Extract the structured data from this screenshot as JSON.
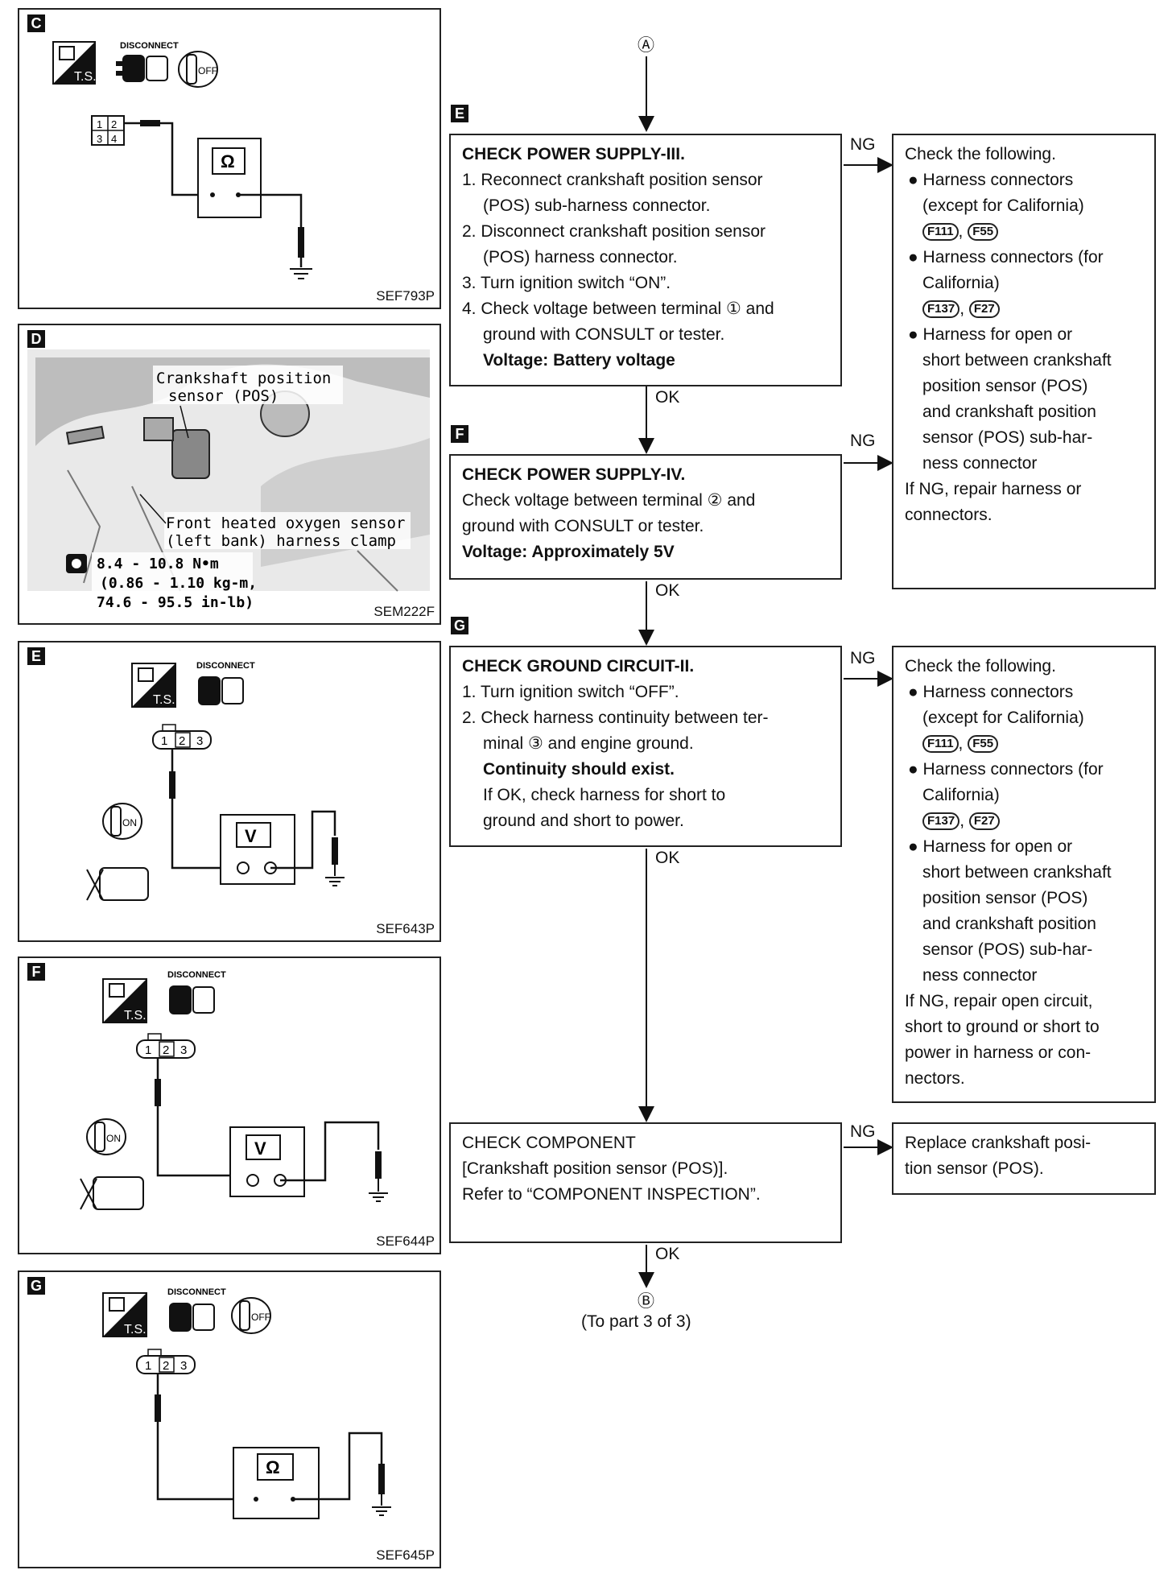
{
  "connector_a": "Ⓐ",
  "connector_b": "Ⓑ",
  "to_part": "(To part 3 of 3)",
  "ok": "OK",
  "ng": "NG",
  "disconnect": "DISCONNECT",
  "ts": "T.S.",
  "off": "OFF",
  "on": "ON",
  "panels": {
    "c": {
      "letter": "C",
      "ref": "SEF793P",
      "meter": "Ω"
    },
    "d": {
      "letter": "D",
      "ref": "SEM222F",
      "label1": "Crankshaft position",
      "label2": "sensor (POS)",
      "label3": "Front heated oxygen sensor",
      "label4": "(left bank) harness clamp",
      "torque1": "8.4 - 10.8 N•m",
      "torque2": "(0.86 - 1.10 kg-m,",
      "torque3": "74.6 - 95.5 in-lb)"
    },
    "e": {
      "letter": "E",
      "ref": "SEF643P",
      "meter": "V"
    },
    "f": {
      "letter": "F",
      "ref": "SEF644P",
      "meter": "V"
    },
    "g": {
      "letter": "G",
      "ref": "SEF645P",
      "meter": "Ω"
    }
  },
  "steps": {
    "e": {
      "letter": "E",
      "title": "CHECK POWER SUPPLY-III.",
      "l1": "1. Reconnect crankshaft position sensor",
      "l1b": "(POS) sub-harness connector.",
      "l2": "2. Disconnect crankshaft position sensor",
      "l2b": "(POS) harness connector.",
      "l3": "3. Turn ignition switch “ON”.",
      "l4": "4. Check voltage between terminal ① and",
      "l4b": "ground with CONSULT or tester.",
      "spec": "Voltage: Battery voltage"
    },
    "f": {
      "letter": "F",
      "title": "CHECK POWER SUPPLY-IV.",
      "l1": "Check voltage between terminal ② and",
      "l2": "ground with CONSULT or tester.",
      "spec": "Voltage: Approximately 5V"
    },
    "g": {
      "letter": "G",
      "title": "CHECK GROUND CIRCUIT-II.",
      "l1": "1. Turn ignition switch “OFF”.",
      "l2": "2. Check harness continuity between ter-",
      "l2b": "minal ③ and engine ground.",
      "spec": "Continuity should exist.",
      "l3": "If OK, check harness for short to",
      "l3b": "ground and short to power."
    },
    "comp": {
      "title": "CHECK COMPONENT",
      "l1": "[Crankshaft position sensor (POS)].",
      "l2": "Refer to “COMPONENT INSPECTION”."
    }
  },
  "results": {
    "ef": {
      "intro": "Check the following.",
      "b1": "Harness connectors",
      "b1b": "(except for California)",
      "c1": "F111",
      "c2": "F55",
      "b2": "Harness connectors (for",
      "b2b": "California)",
      "c3": "F137",
      "c4": "F27",
      "b3": "Harness for open or",
      "b3b": "short between crankshaft",
      "b3c": "position sensor (POS)",
      "b3d": "and crankshaft position",
      "b3e": "sensor (POS) sub-har-",
      "b3f": "ness connector",
      "end1": "If NG, repair harness or",
      "end2": "connectors."
    },
    "g": {
      "intro": "Check the following.",
      "b1": "Harness connectors",
      "b1b": "(except for California)",
      "c1": "F111",
      "c2": "F55",
      "b2": "Harness connectors (for",
      "b2b": "California)",
      "c3": "F137",
      "c4": "F27",
      "b3": "Harness for open or",
      "b3b": "short between crankshaft",
      "b3c": "position sensor (POS)",
      "b3d": "and crankshaft position",
      "b3e": "sensor (POS) sub-har-",
      "b3f": "ness connector",
      "end1": "If NG, repair open circuit,",
      "end2": "short to ground or short to",
      "end3": "power in harness or con-",
      "end4": "nectors."
    },
    "comp": {
      "l1": "Replace crankshaft posi-",
      "l2": "tion sensor (POS)."
    }
  }
}
